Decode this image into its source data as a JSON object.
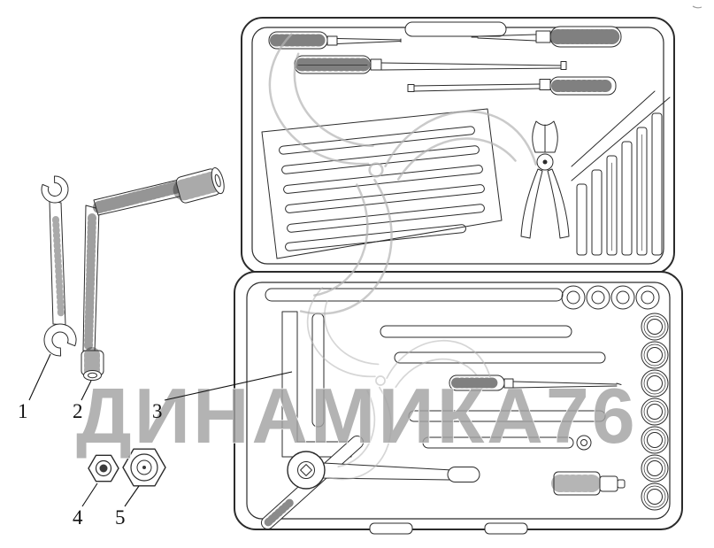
{
  "page": {
    "background": "#ffffff"
  },
  "watermark": {
    "text": "ДИНАМИКА76",
    "color": "#a2a2a2",
    "logo": "triple-swirl-logo"
  },
  "callouts": [
    {
      "label": "1",
      "part": "double-open-end-wrench"
    },
    {
      "label": "2",
      "part": "l-shaped-socket-wrench"
    },
    {
      "label": "3",
      "part": "tool-case-lug-wrench"
    },
    {
      "label": "4",
      "part": "hex-nut-small"
    },
    {
      "label": "5",
      "part": "hex-nut-large"
    }
  ],
  "diagram": {
    "colors": {
      "line": "#2b2b2b",
      "watermark_gray": "#b5b5b5"
    },
    "items": [
      "tool-case-upper-lid",
      "tool-case-lower-tray",
      "screwdrivers",
      "wrench-recess-tray",
      "pliers",
      "chisel-file-set",
      "socket-set",
      "ratchet-handle",
      "wheel-brace-handle",
      "spark-plug-socket",
      "double-open-end-wrench",
      "l-shaped-socket-wrench",
      "hex-nut-small",
      "hex-nut-large"
    ]
  }
}
